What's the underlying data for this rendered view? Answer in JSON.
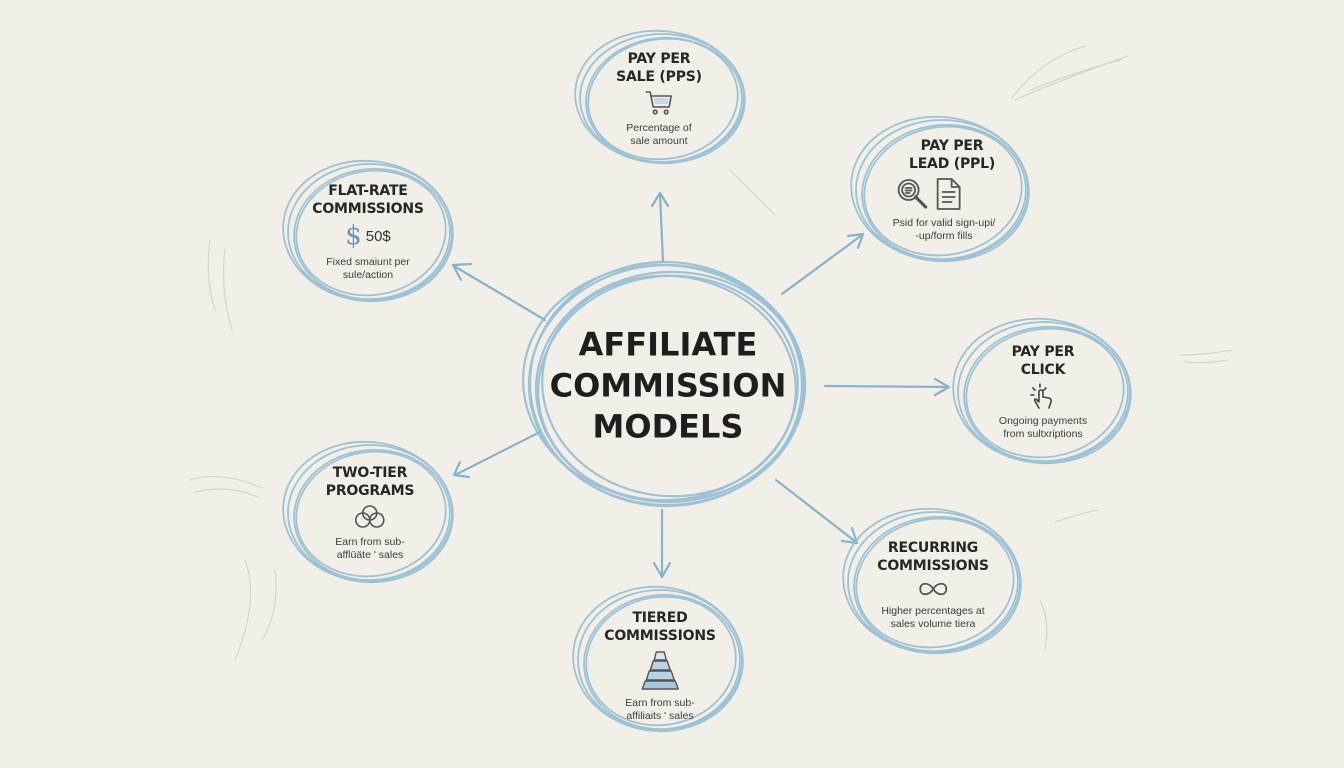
{
  "diagram": {
    "type": "mind-map",
    "background_color": "#f3f0e9",
    "stroke_color": "#8fb8cf",
    "text_color": "#222222",
    "center": {
      "title": "AFFILIATE\nCOMMISSION\nMODELS"
    },
    "nodes": [
      {
        "id": "pay-per-sale",
        "title": "PAY PER\nSALE (PPS)",
        "icon": "shopping-cart-icon",
        "description": "Percentage of\nsale amount"
      },
      {
        "id": "pay-per-lead",
        "title": "PAY PER\nLEAD (PPL)",
        "icon": "search-document-icon",
        "description": "Psid for valid sign-upi/\n-up/form fills"
      },
      {
        "id": "pay-per-click",
        "title": "PAY PER\nCLICK",
        "icon": "pointer-click-icon",
        "description": "Ongoing payments\nfrom sultxriptions"
      },
      {
        "id": "recurring-commissions",
        "title": "RECURRING\nCOMMISSIONS",
        "icon": "infinity-icon",
        "description": "Higher percentages at\nsales volume tiera"
      },
      {
        "id": "tiered-commissions",
        "title": "TIERED\nCOMMISSIONS",
        "icon": "pyramid-icon",
        "description": "Earn from sub-\naffiliaits ' sales"
      },
      {
        "id": "two-tier-programs",
        "title": "TWO-TIER\nPROGRAMS",
        "icon": "linked-circles-icon",
        "description": "Earn from sub-\nafflüäte ' sales"
      },
      {
        "id": "flat-rate-commissions",
        "title": "FLAT-RATE\nCOMMISSIONS",
        "icon": "dollar-icon",
        "icon_symbol": "$",
        "icon_amount": "50$",
        "description": "Fixed smaiunt per\nsule/action"
      }
    ]
  }
}
